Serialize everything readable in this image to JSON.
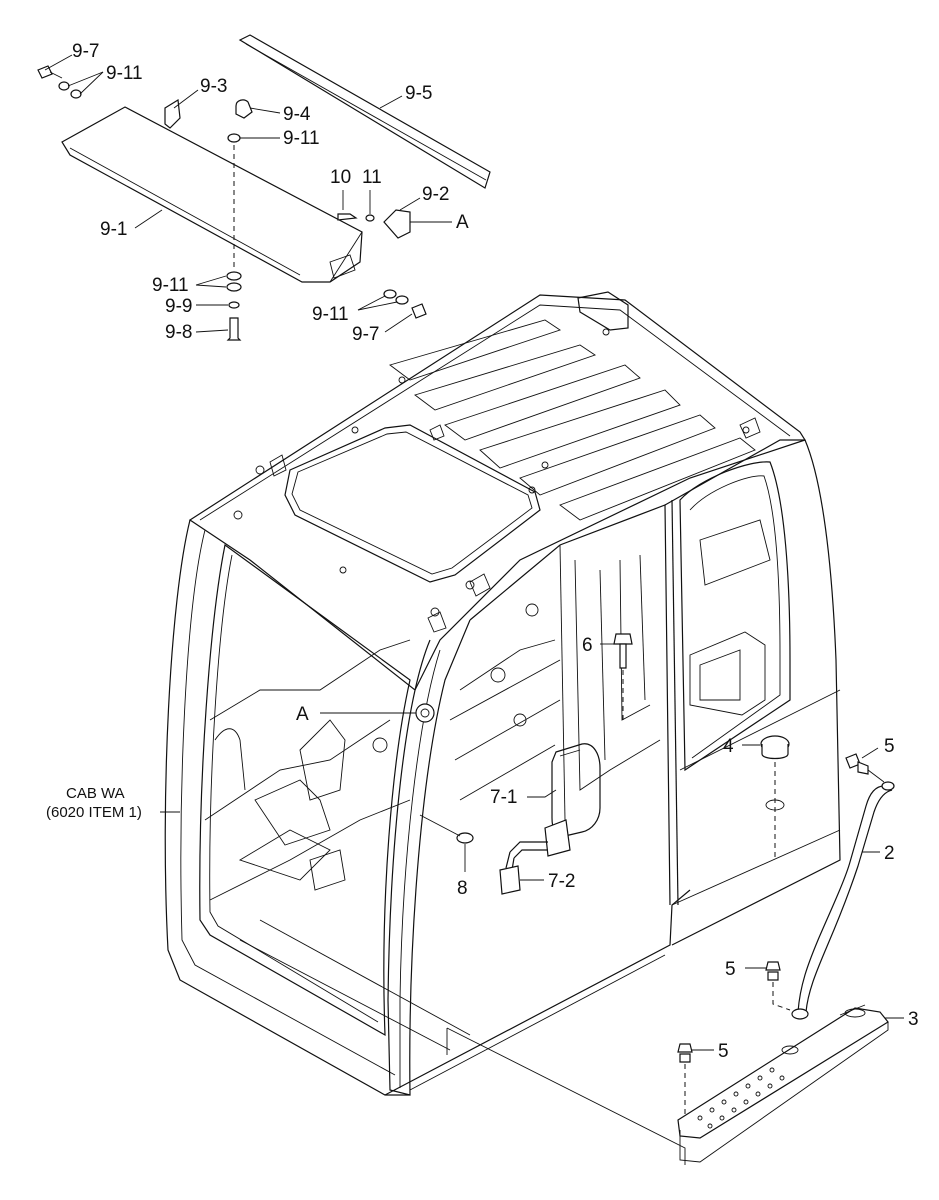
{
  "labels": {
    "p9_7_top": "9-7",
    "p9_11_top": "9-11",
    "p9_3": "9-3",
    "p9_4": "9-4",
    "p9_11_mid": "9-11",
    "p9_5": "9-5",
    "p10": "10",
    "p11": "11",
    "p9_2": "9-2",
    "pA_top": "A",
    "p9_1": "9-1",
    "p9_11_low": "9-11",
    "p9_9": "9-9",
    "p9_8": "9-8",
    "p9_11_right": "9-11",
    "p9_7_right": "9-7",
    "p6": "6",
    "pA_left": "A",
    "p4": "4",
    "p5_top": "5",
    "p7_1": "7-1",
    "p8": "8",
    "p7_2": "7-2",
    "p2": "2",
    "p5_mid": "5",
    "p3": "3",
    "p5_low": "5"
  },
  "cab_label": {
    "line1": "CAB WA",
    "line2": "(6020 ITEM 1)"
  }
}
